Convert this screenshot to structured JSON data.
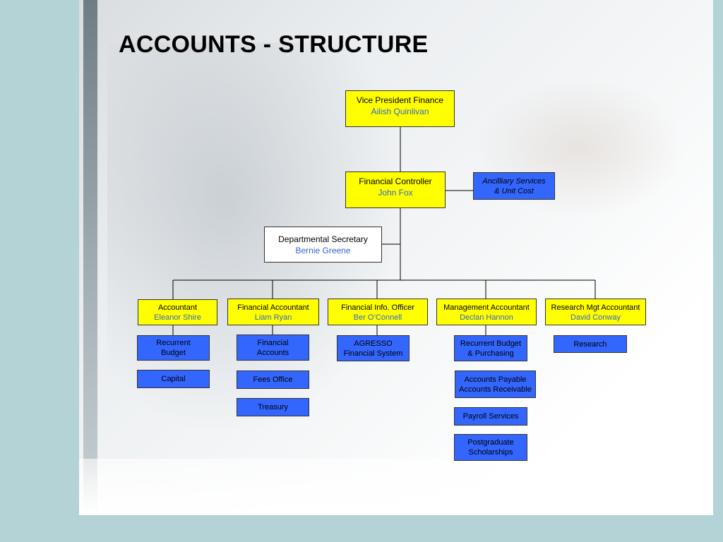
{
  "title": "ACCOUNTS - STRUCTURE",
  "colors": {
    "role_box": "#ffff00",
    "unit_box": "#3366ff",
    "name_text": "#3366cc",
    "background": "#b3d3d6"
  },
  "vp": {
    "role": "Vice President Finance",
    "name": "Ailish Quinlivan"
  },
  "fc": {
    "role": "Financial Controller",
    "name": "John Fox"
  },
  "ancillary": {
    "line1": "Ancilliary Services",
    "line2": "& Unit Cost"
  },
  "secretary": {
    "role": "Departmental Secretary",
    "name": "Bernie Greene"
  },
  "departments": [
    {
      "role": "Accountant",
      "name": "Eleanor Shire",
      "units": [
        [
          "Recurrent",
          "Budget"
        ],
        [
          "Capital"
        ]
      ]
    },
    {
      "role": "Financial Accountant",
      "name": "Liam Ryan",
      "units": [
        [
          "Financial",
          "Accounts"
        ],
        [
          "Fees Office"
        ],
        [
          "Treasury"
        ]
      ]
    },
    {
      "role": "Financial Info.  Officer",
      "name": "Ber O’Connell",
      "units": [
        [
          "AGRESSO",
          "Financial System"
        ]
      ]
    },
    {
      "role": "Management Accountant",
      "name": "Declan Hannon",
      "units": [
        [
          "Recurrent Budget",
          "& Purchasing"
        ],
        [
          "Accounts Payable",
          "Accounts Receivable"
        ],
        [
          "Payroll Services"
        ],
        [
          "Postgraduate",
          "Scholarships"
        ]
      ]
    },
    {
      "role": "Research Mgt  Accountant",
      "name": "David Conway",
      "units": [
        [
          "Research"
        ]
      ]
    }
  ]
}
